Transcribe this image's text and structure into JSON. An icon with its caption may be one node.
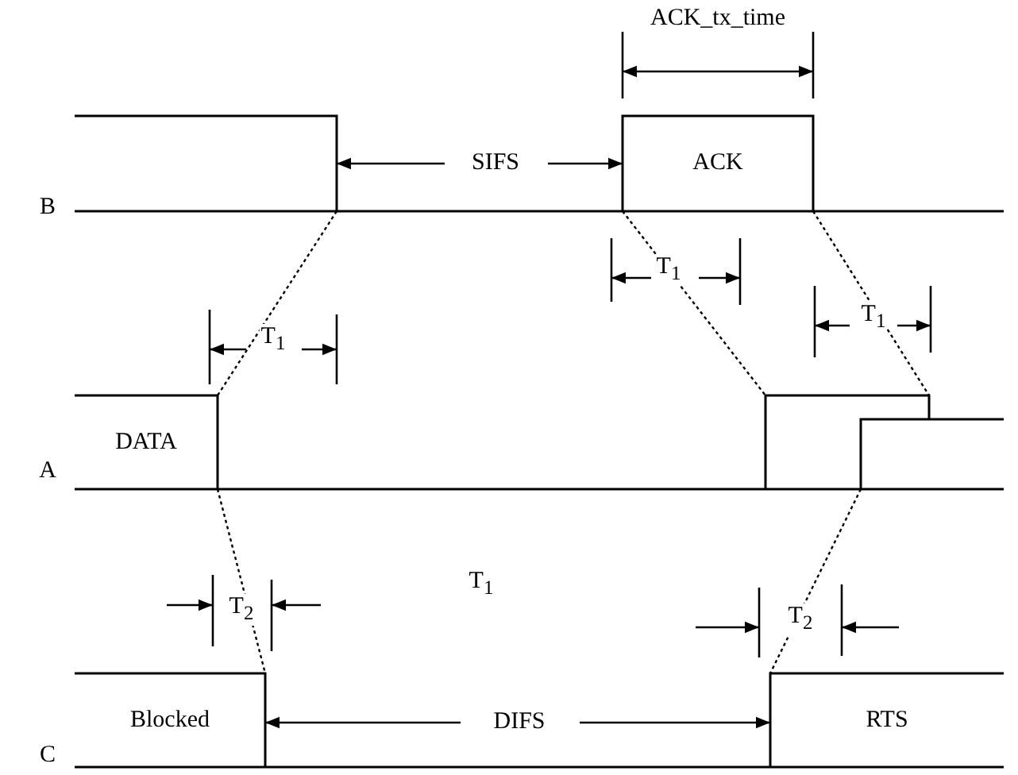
{
  "diagram": {
    "nodes": [
      {
        "text": [],
        "shape": "box"
      },
      {
        "text": [
          "ACK"
        ]
      },
      {
        "text": [
          "DATA"
        ]
      },
      {
        "text": [],
        "shape": "box"
      },
      {
        "text": [],
        "shape": "box"
      },
      {
        "text": [
          "Blocked"
        ]
      },
      {
        "text": [
          "RTS"
        ]
      }
    ],
    "edges": [
      {
        "from": 0,
        "to": 2,
        "arrow": "none",
        "style": "dashed"
      },
      {
        "from": 1,
        "to": 3,
        "arrow": "none",
        "style": "dashed"
      },
      {
        "from": 1,
        "to": 3,
        "arrow": "none",
        "style": "dashed"
      },
      {
        "from": 2,
        "to": 5,
        "arrow": "none",
        "style": "dashed"
      },
      {
        "from": 4,
        "to": 6,
        "arrow": "none",
        "style": "dashed"
      }
    ],
    "labels": [
      "ACK_tx_time",
      "SIFS",
      "B",
      "T$_{1}$",
      "T$_{1}$",
      "T$_{1}$",
      "A",
      "T$_{1}$",
      "T$_{2}$",
      "T$_{2}$",
      "DIFS",
      "C"
    ]
  }
}
